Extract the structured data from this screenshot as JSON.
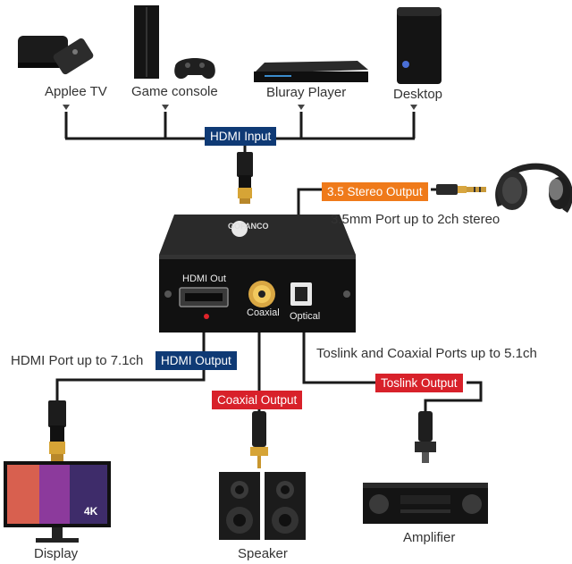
{
  "sources": {
    "apple_tv": "Applee TV",
    "game_console": "Game console",
    "bluray": "Bluray Player",
    "desktop": "Desktop"
  },
  "tags": {
    "hdmi_input": "HDMI Input",
    "stereo_output": "3.5 Stereo Output",
    "hdmi_output": "HDMI Output",
    "coaxial_output": "Coaxial Output",
    "toslink_output": "Toslink Output"
  },
  "notes": {
    "stereo": "3.5mm Port up to 2ch stereo",
    "hdmi": "HDMI Port up to 7.1ch",
    "toslink": "Toslink and Coaxial Ports up to 5.1ch"
  },
  "device": {
    "brand": "GOFANCO",
    "hdmi_out": "HDMI Out",
    "coaxial": "Coaxial",
    "optical": "Optical"
  },
  "outputs": {
    "display": "Display",
    "speaker": "Speaker",
    "amplifier": "Amplifier",
    "display_badge": "4K"
  },
  "colors": {
    "blue": "#0f3a75",
    "orange": "#ef7a1a",
    "red": "#d8212a"
  }
}
